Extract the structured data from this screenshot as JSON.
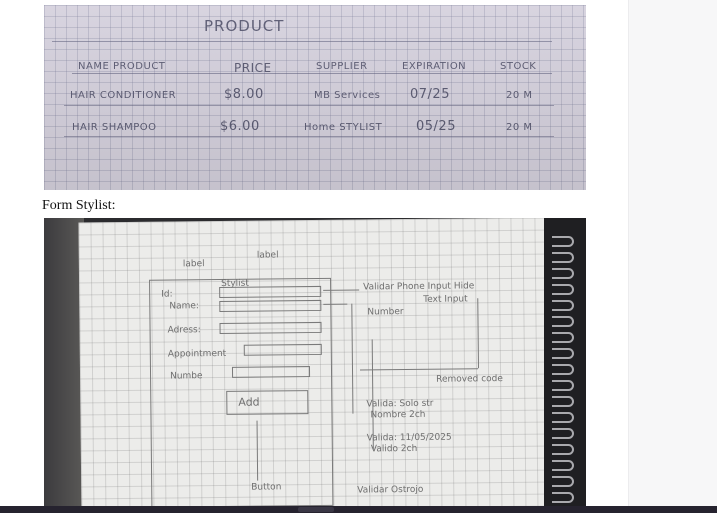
{
  "product_photo": {
    "title": "PRODUCT",
    "headers": [
      "NAME PRODUCT",
      "PRICE",
      "SUPPLIER",
      "EXPIRATION",
      "STOCK"
    ],
    "rows": [
      [
        "HAIR CONDITIONER",
        "$8.00",
        "MB Services",
        "07/25",
        "20 M"
      ],
      [
        "HAIR SHAMPOO",
        "$6.00",
        "Home STYLIST",
        "05/25",
        "20 M"
      ]
    ]
  },
  "caption": "Form Stylist:",
  "form_photo": {
    "labels": {
      "top_left": "label",
      "top_mid": "label",
      "box_title": "Stylist",
      "id": "Id:",
      "name": "Name:",
      "address": "Adress:",
      "appointment": "Appointment",
      "number": "Numbe",
      "add": "Add",
      "button": "Button",
      "note_top": "Validar Phone  Input Hide",
      "note_text_input": "Text Input",
      "note_number": "Number",
      "note_removed": "Removed code",
      "note_val1": "Valida: Solo str",
      "note_val1b": "Nombre 2ch",
      "note_val2": "Valida: 11/05/2025",
      "note_val2b": "Valido 2ch",
      "note_val3": "Validar Ostrojo"
    }
  },
  "colors": {
    "ink": "#5a5a72",
    "pencil": "#6f6f6f",
    "paper1": "#d6d2de",
    "paper2": "#ececea"
  }
}
